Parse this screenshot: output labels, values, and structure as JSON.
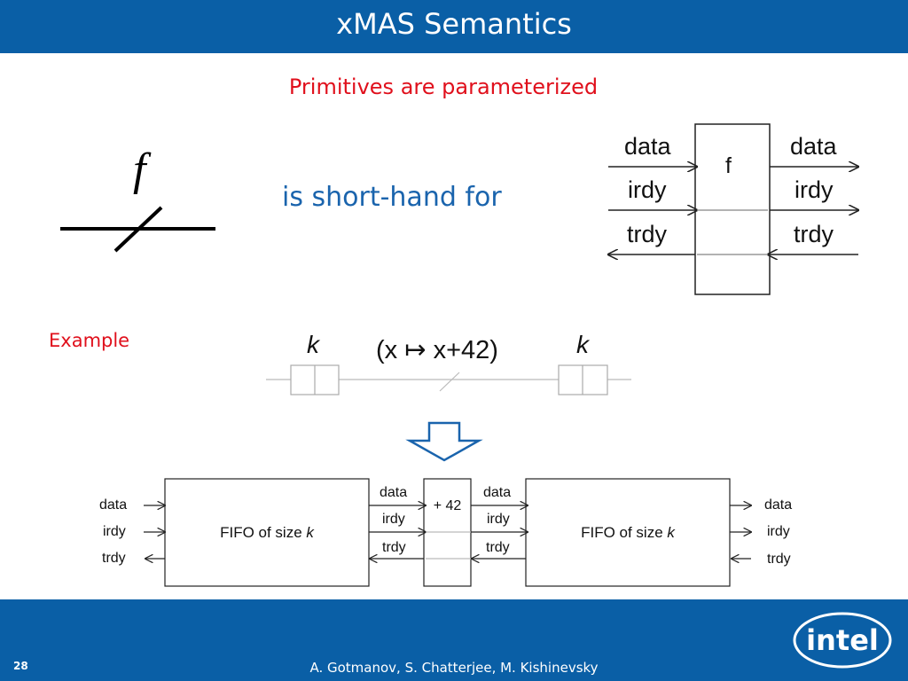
{
  "slide": {
    "title": "xMAS Semantics",
    "subtitle": "Primitives are parameterized",
    "shorthand_text": "is short-hand for",
    "example_label": "Example",
    "page_number": "28",
    "authors": "A. Gotmanov, S. Chatterjee, M. Kishinevsky",
    "logo_text": "intel"
  },
  "primitive": {
    "symbol": "f",
    "box_label": "f",
    "left_signals": [
      "data",
      "irdy",
      "trdy"
    ],
    "right_signals": [
      "data",
      "irdy",
      "trdy"
    ]
  },
  "example": {
    "queue_param": "k",
    "function_text": "(x ↦ x+42)",
    "fifo_label": "FIFO of size ",
    "fifo_param": "k",
    "func_box_label": "+ 42",
    "signals": [
      "data",
      "irdy",
      "trdy"
    ]
  },
  "colors": {
    "header_bg": "#0a5fa6",
    "subtitle_red": "#e0101c",
    "shorthand_blue": "#1a64ad"
  }
}
